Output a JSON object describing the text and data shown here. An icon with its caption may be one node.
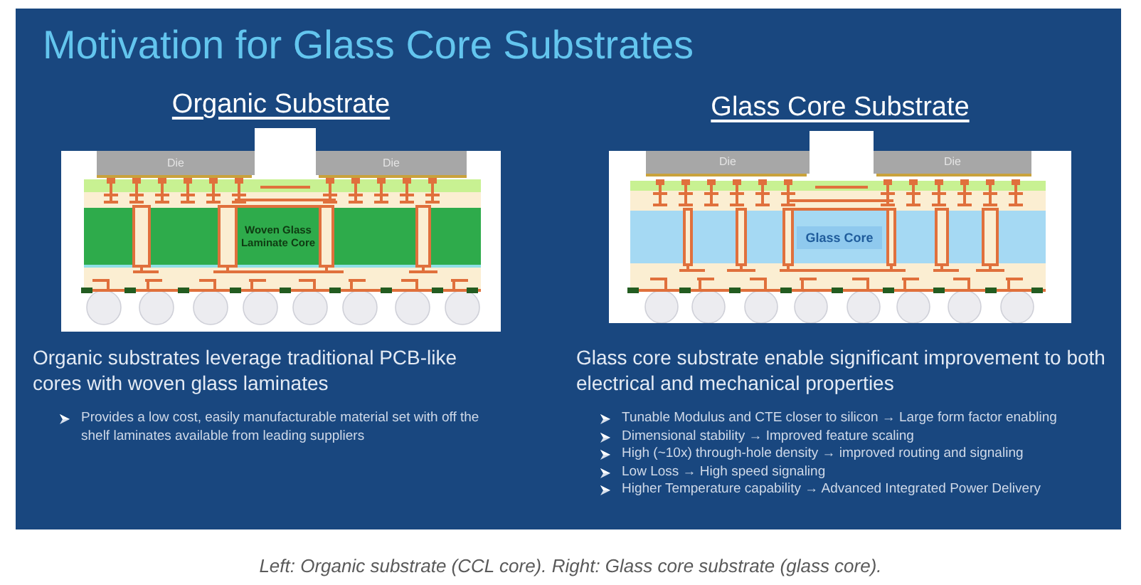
{
  "diagram": {
    "title": "Motivation for Glass Core Substrates",
    "caption": "Left: Organic substrate (CCL core). Right: Glass core substrate (glass core).",
    "nodes": [
      {
        "text": [
          "Organic Substrate"
        ]
      },
      {
        "text": [
          "Die"
        ],
        "in": 0
      },
      {
        "text": [
          "Die"
        ],
        "in": 0
      },
      {
        "text": [
          "Woven Glass Laminate Core"
        ],
        "in": 0
      },
      {
        "text": [
          "Glass Core Substrate"
        ]
      },
      {
        "text": [
          "Die"
        ],
        "in": 4
      },
      {
        "text": [
          "Die"
        ],
        "in": 4
      },
      {
        "text": [
          "Glass Core"
        ],
        "in": 4
      }
    ],
    "labels": [
      "Organic substrates leverage traditional PCB-like cores with woven glass laminates",
      "Provides a low cost, easily manufacturable material set with off the shelf laminates available from leading suppliers",
      "Glass core substrate enable significant improvement to both electrical and mechanical properties",
      "Tunable Modulus and CTE closer to silicon → Large form factor enabling",
      "Dimensional stability → Improved feature scaling",
      "High (~10x) through-hole density → improved routing and signaling",
      "Low Loss → High speed signaling",
      "Higher Temperature capability → Advanced Integrated Power Delivery"
    ]
  }
}
